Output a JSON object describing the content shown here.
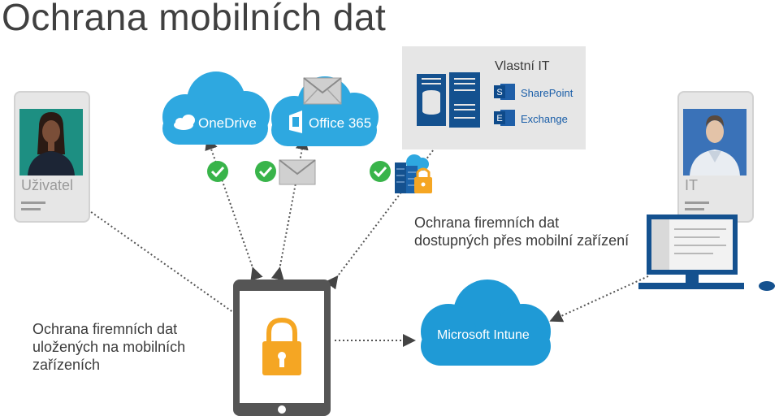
{
  "title": "Ochrana mobilních dat",
  "user": {
    "label": "Uživatel"
  },
  "it_person": {
    "label": "IT"
  },
  "clouds": {
    "onedrive": "OneDrive",
    "office365": "Office 365",
    "intune": "Microsoft Intune"
  },
  "own_it": {
    "title": "Vlastní IT",
    "apps": [
      "SharePoint",
      "Exchange"
    ]
  },
  "captions": {
    "mobile_access": [
      "Ochrana firemních dat",
      "dostupných přes mobilní zařízení"
    ],
    "stored_data": [
      "Ochrana firemních dat",
      "uložených na mobilních",
      "zařízeních"
    ]
  },
  "colors": {
    "cloud_blue": "#2ea8e0",
    "intune_blue": "#1f9ad6",
    "check_green": "#39b44a",
    "lock_orange": "#f5a623",
    "tablet_dark": "#555555",
    "dark_blue": "#14518f"
  },
  "icons": [
    "onedrive-icon",
    "office-icon",
    "envelope-icon",
    "check-icon",
    "lock-icon",
    "sharepoint-icon",
    "exchange-icon",
    "server-icon"
  ]
}
